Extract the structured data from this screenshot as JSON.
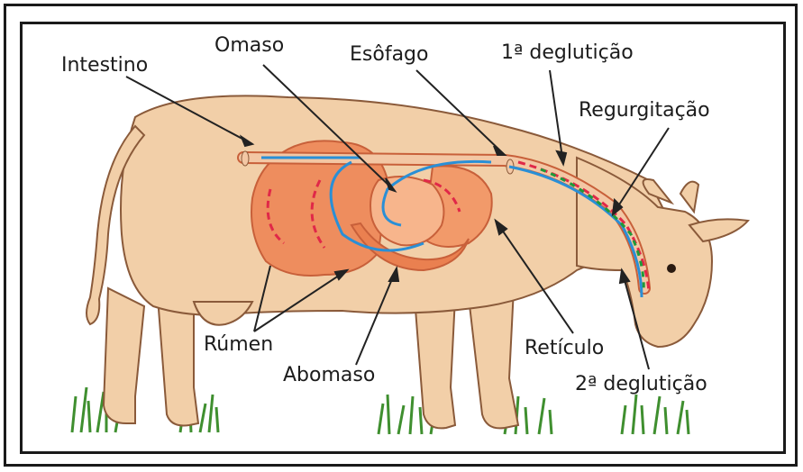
{
  "labels": {
    "intestino": "Intestino",
    "omaso": "Omaso",
    "esofago": "Esôfago",
    "primeira_degluticao": "1ª deglutição",
    "regurgitacao": "Regurgitação",
    "rumen": "Rúmen",
    "abomaso": "Abomaso",
    "reticulo": "Retículo",
    "segunda_degluticao": "2ª deglutição"
  },
  "colors": {
    "cow_body": "#f2cfa8",
    "cow_outline": "#8a5a3a",
    "stomach": "#ee8d5e",
    "stomach_dark": "#c8603a",
    "flow_blue": "#2a8fd6",
    "flow_red": "#e02848",
    "flow_green": "#1f9a3a",
    "grass": "#3f8f2f"
  }
}
